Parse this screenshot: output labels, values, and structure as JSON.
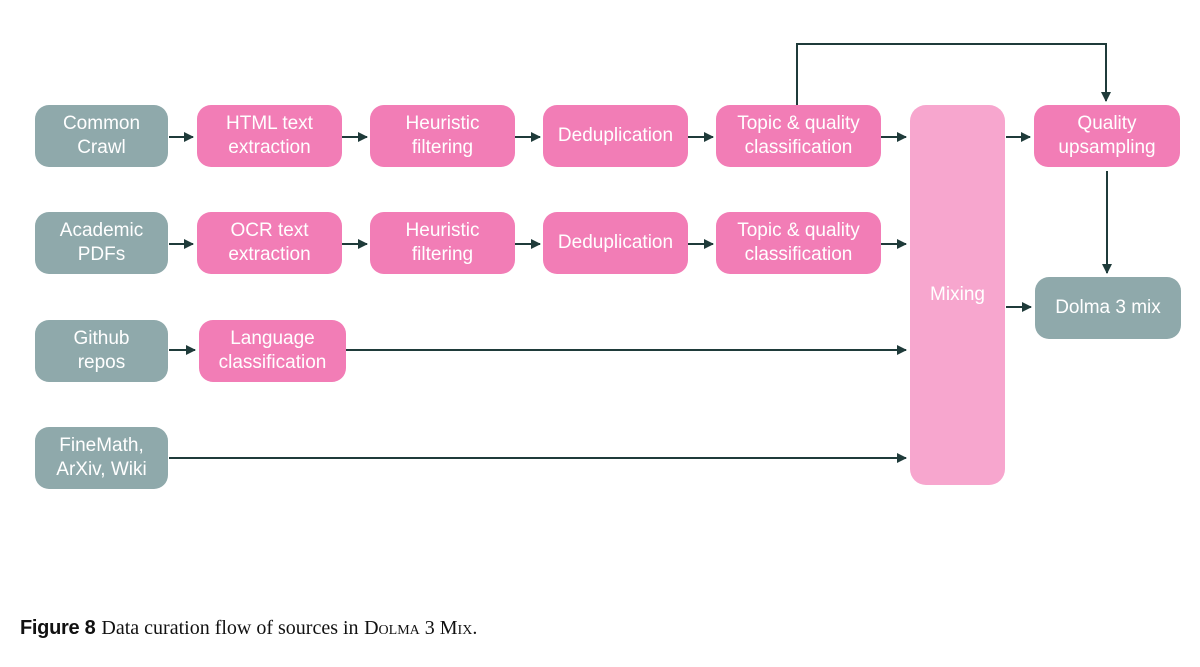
{
  "nodes": {
    "common_crawl": "Common\nCrawl",
    "academic_pdfs": "Academic\nPDFs",
    "github_repos": "Github\nrepos",
    "finemath": "FineMath,\nArXiv, Wiki",
    "html_extraction": "HTML text\nextraction",
    "ocr_extraction": "OCR text\nextraction",
    "heuristic_1": "Heuristic\nfiltering",
    "heuristic_2": "Heuristic\nfiltering",
    "dedup_1": "Deduplication",
    "dedup_2": "Deduplication",
    "topic_1": "Topic & quality\nclassification",
    "topic_2": "Topic & quality\nclassification",
    "language_classification": "Language\nclassification",
    "mixing": "Mixing",
    "quality_upsampling": "Quality\nupsampling",
    "dolma_mix": "Dolma 3 mix"
  },
  "colors": {
    "source": "#8fa9ab",
    "process": "#f27db6",
    "mixing": "#f7a6ce",
    "arrow": "#1f3b3a"
  },
  "caption": {
    "label": "Figure 8",
    "text": "Data curation flow of sources in",
    "smallcaps": "Dolma 3 Mix",
    "end": "."
  }
}
